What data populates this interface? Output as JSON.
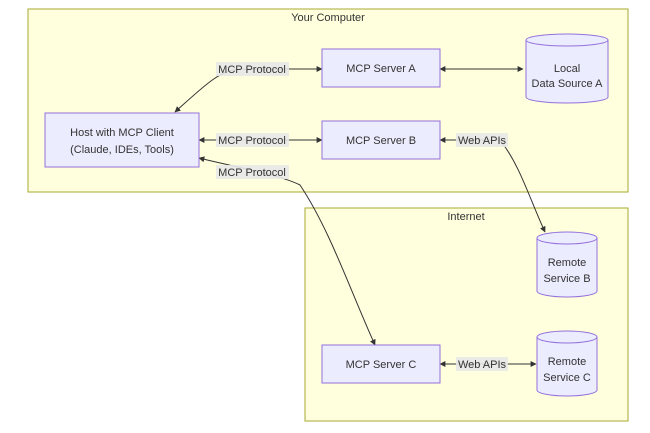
{
  "clusters": {
    "computer": {
      "title": "Your Computer"
    },
    "internet": {
      "title": "Internet"
    }
  },
  "nodes": {
    "host": {
      "line1": "Host with MCP Client",
      "line2": "(Claude, IDEs, Tools)"
    },
    "server_a": {
      "label": "MCP Server A"
    },
    "server_b": {
      "label": "MCP Server B"
    },
    "server_c": {
      "label": "MCP Server C"
    },
    "local_a": {
      "line1": "Local",
      "line2": "Data Source A"
    },
    "remote_b": {
      "line1": "Remote",
      "line2": "Service B"
    },
    "remote_c": {
      "line1": "Remote",
      "line2": "Service C"
    }
  },
  "edges": {
    "host_a": "MCP Protocol",
    "host_b": "MCP Protocol",
    "host_c": "MCP Protocol",
    "b_remote": "Web APIs",
    "c_remote": "Web APIs"
  },
  "colors": {
    "node_fill": "#ECECFF",
    "node_stroke": "#9370DB",
    "cluster_fill": "#ffffde",
    "cluster_stroke": "#aaaa33",
    "edge": "#333333"
  }
}
